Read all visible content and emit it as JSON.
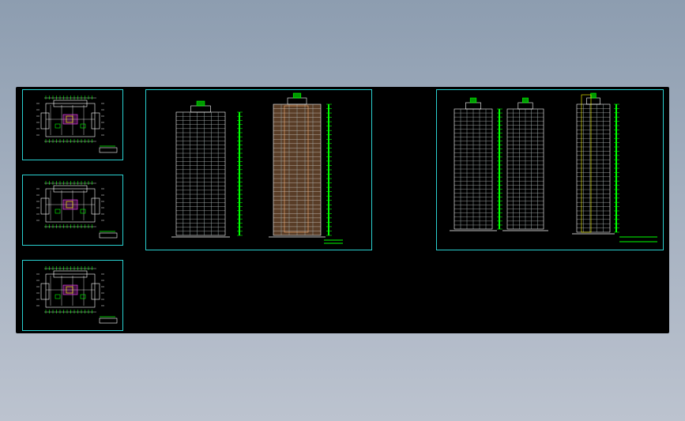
{
  "viewport": {
    "background_color": "#000000",
    "frame_color": "#2ad1d1",
    "line_colors": {
      "primary": "#ffffff",
      "accent_green": "#00ff00",
      "accent_yellow": "#ffff00",
      "accent_magenta": "#ff44ff",
      "accent_orange": "#ffb070",
      "accent_cyan": "#2ad1d1"
    }
  },
  "sheets": [
    {
      "name": "floor-plan-1",
      "kind": "plan"
    },
    {
      "name": "floor-plan-2",
      "kind": "plan"
    },
    {
      "name": "floor-plan-3",
      "kind": "plan"
    },
    {
      "name": "elevation-sheet-a",
      "kind": "elevations",
      "buildings": 2
    },
    {
      "name": "elevation-sheet-b",
      "kind": "elevations",
      "buildings": 3
    }
  ]
}
